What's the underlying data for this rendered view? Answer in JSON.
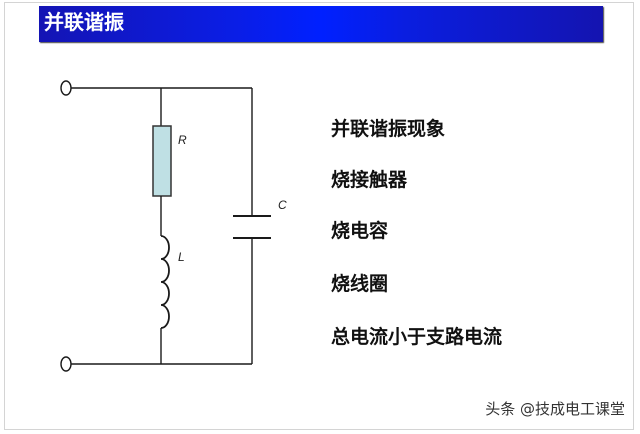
{
  "slide": {
    "title": "并联谐振",
    "header_color": "#0a1ee6"
  },
  "circuit": {
    "components": [
      {
        "type": "resistor",
        "label": "R",
        "fill": "#bfe0e4"
      },
      {
        "type": "inductor",
        "label": "L"
      },
      {
        "type": "capacitor",
        "label": "C"
      }
    ],
    "terminals": [
      "input-top",
      "input-bottom"
    ]
  },
  "bullets": [
    "并联谐振现象",
    "烧接触器",
    "烧电容",
    "烧线圈",
    "总电流小于支路电流"
  ],
  "watermark": "头条 @技成电工课堂"
}
